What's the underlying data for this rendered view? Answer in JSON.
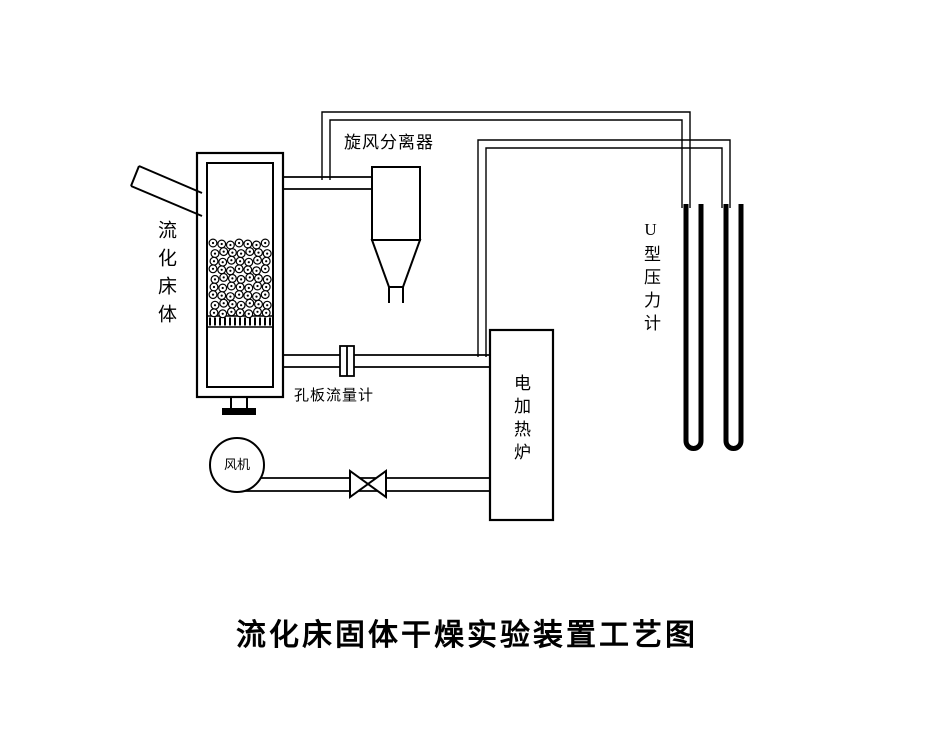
{
  "diagram": {
    "title": "流化床固体干燥实验装置工艺图",
    "labels": {
      "cyclone": "旋风分离器",
      "fluidized_bed": "流化床体",
      "u_manometer": "U型压力计",
      "orifice_flowmeter": "孔板流量计",
      "electric_heater": "电加热炉",
      "fan": "风机"
    },
    "colors": {
      "line": "#000000",
      "background": "#ffffff"
    }
  }
}
